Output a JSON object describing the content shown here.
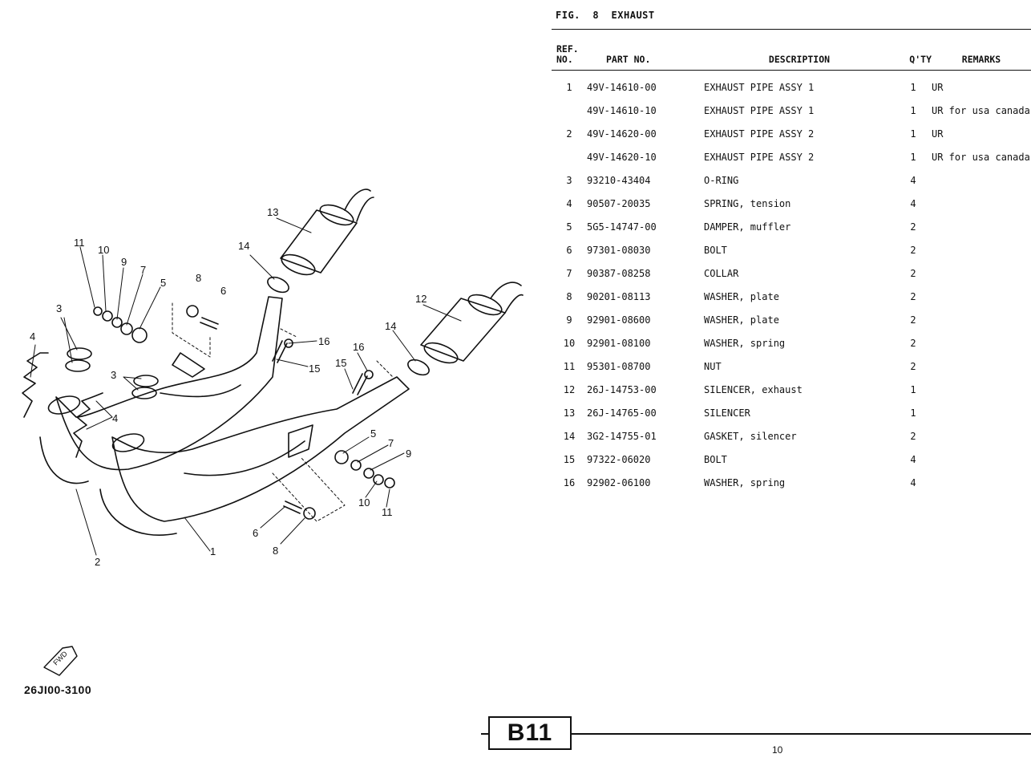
{
  "figure": {
    "label": "FIG.",
    "number": "8",
    "title": "EXHAUST"
  },
  "table": {
    "headers": {
      "ref": "REF.\nNO.",
      "part_no": "PART NO.",
      "description": "DESCRIPTION",
      "qty": "Q'TY",
      "remarks": "REMARKS"
    },
    "rows": [
      {
        "ref": "1",
        "part_no": "49V-14610-00",
        "description": "EXHAUST PIPE ASSY 1",
        "qty": "1",
        "remarks": "UR"
      },
      {
        "ref": "",
        "part_no": "49V-14610-10",
        "description": "EXHAUST PIPE ASSY 1",
        "qty": "1",
        "remarks": "UR for usa canada"
      },
      {
        "ref": "2",
        "part_no": "49V-14620-00",
        "description": "EXHAUST PIPE ASSY 2",
        "qty": "1",
        "remarks": "UR"
      },
      {
        "ref": "",
        "part_no": "49V-14620-10",
        "description": "EXHAUST PIPE ASSY 2",
        "qty": "1",
        "remarks": "UR for usa canada"
      },
      {
        "ref": "3",
        "part_no": "93210-43404",
        "description": "O-RING",
        "qty": "4",
        "remarks": ""
      },
      {
        "ref": "4",
        "part_no": "90507-20035",
        "description": "SPRING, tension",
        "qty": "4",
        "remarks": ""
      },
      {
        "ref": "5",
        "part_no": "5G5-14747-00",
        "description": "DAMPER, muffler",
        "qty": "2",
        "remarks": ""
      },
      {
        "ref": "6",
        "part_no": "97301-08030",
        "description": "BOLT",
        "qty": "2",
        "remarks": ""
      },
      {
        "ref": "7",
        "part_no": "90387-08258",
        "description": "COLLAR",
        "qty": "2",
        "remarks": ""
      },
      {
        "ref": "8",
        "part_no": "90201-08113",
        "description": "WASHER, plate",
        "qty": "2",
        "remarks": ""
      },
      {
        "ref": "9",
        "part_no": "92901-08600",
        "description": "WASHER, plate",
        "qty": "2",
        "remarks": ""
      },
      {
        "ref": "10",
        "part_no": "92901-08100",
        "description": "WASHER, spring",
        "qty": "2",
        "remarks": ""
      },
      {
        "ref": "11",
        "part_no": "95301-08700",
        "description": "NUT",
        "qty": "2",
        "remarks": ""
      },
      {
        "ref": "12",
        "part_no": "26J-14753-00",
        "description": "SILENCER, exhaust",
        "qty": "1",
        "remarks": ""
      },
      {
        "ref": "13",
        "part_no": "26J-14765-00",
        "description": "SILENCER",
        "qty": "1",
        "remarks": ""
      },
      {
        "ref": "14",
        "part_no": "3G2-14755-01",
        "description": "GASKET, silencer",
        "qty": "2",
        "remarks": ""
      },
      {
        "ref": "15",
        "part_no": "97322-06020",
        "description": "BOLT",
        "qty": "4",
        "remarks": ""
      },
      {
        "ref": "16",
        "part_no": "92902-06100",
        "description": "WASHER, spring",
        "qty": "4",
        "remarks": ""
      }
    ]
  },
  "diagram": {
    "catalog_code": "26JI00-3100",
    "fwd_label": "FWD",
    "callouts": [
      "13",
      "14",
      "12",
      "14",
      "16",
      "16",
      "15",
      "15",
      "11",
      "10",
      "9",
      "7",
      "5",
      "8",
      "6",
      "3",
      "3",
      "4",
      "4",
      "2",
      "1",
      "5",
      "7",
      "9",
      "10",
      "11",
      "6",
      "8"
    ]
  },
  "footer": {
    "page_badge": "B11",
    "page_number": "10"
  }
}
